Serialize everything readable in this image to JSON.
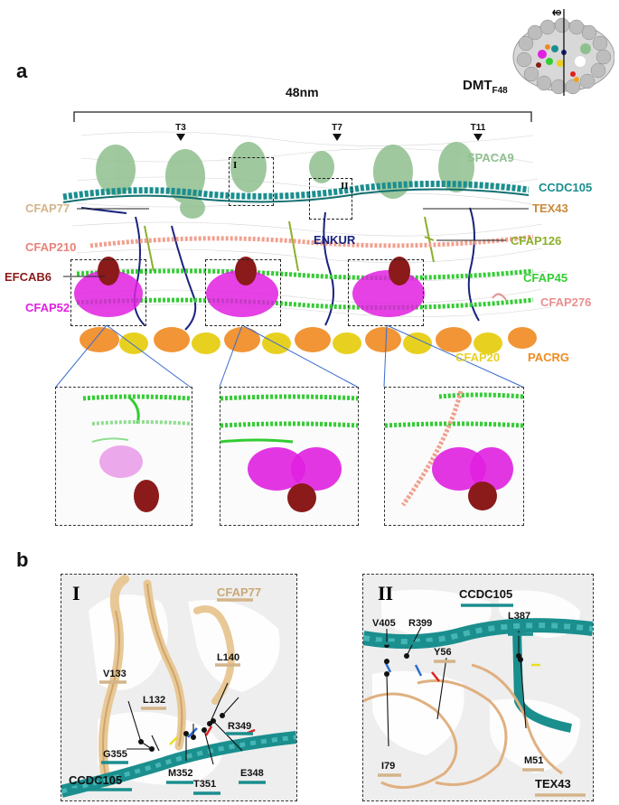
{
  "panel_a": {
    "letter": "a",
    "scale_label": "48nm",
    "dmt_label": "DMT",
    "dmt_subscript": "F48",
    "markers": [
      "T3",
      "T7",
      "T11"
    ],
    "box_labels": [
      "I",
      "II"
    ],
    "proteins": {
      "spaca9": "SPACA9",
      "ccdc105": "CCDC105",
      "cfap77": "CFAP77",
      "tex43": "TEX43",
      "enkur": "ENKUR",
      "cfap126": "CFAP126",
      "cfap210": "CFAP210",
      "efcab6": "EFCAB6",
      "cfap45": "CFAP45",
      "cfap52": "CFAP52",
      "cfap276": "CFAP276",
      "cfap20": "CFAP20",
      "pacrg": "PACRG"
    },
    "colors": {
      "spaca9": "#8fbf8f",
      "ccdc105": "#1b8e8e",
      "cfap77": "#d4b48a",
      "tex43": "#c98a3a",
      "enkur": "#1a237e",
      "cfap126": "#8bb02a",
      "cfap210": "#e8837a",
      "efcab6": "#8b1a1a",
      "cfap45": "#33cc33",
      "cfap52": "#e020e0",
      "cfap276": "#e89090",
      "cfap20": "#e8d020",
      "pacrg": "#f08a20"
    }
  },
  "panel_b": {
    "letter": "b",
    "I": {
      "roman": "I",
      "chain_top": "CFAP77",
      "chain_bottom": "CCDC105",
      "residues": [
        "V133",
        "L140",
        "L132",
        "R349",
        "G355",
        "M352",
        "T351",
        "E348"
      ]
    },
    "II": {
      "roman": "II",
      "chain_top": "CCDC105",
      "chain_bottom": "TEX43",
      "residues": [
        "V405",
        "R399",
        "L387",
        "Y56",
        "I79",
        "M51"
      ]
    }
  }
}
